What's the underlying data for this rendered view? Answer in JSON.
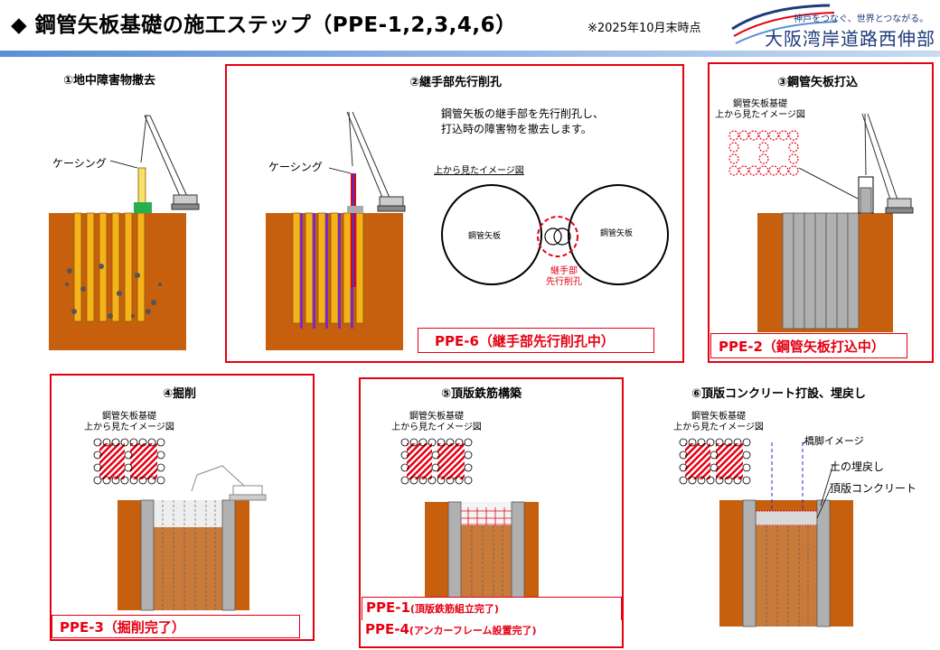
{
  "header": {
    "bullet": "◆",
    "title": "鋼管矢板基礎の施工ステップ（PPE-1,2,3,4,6）",
    "as_of": "※2025年10月末時点",
    "org_tagline": "神戸をつなぐ、世界とつながる。",
    "org_name": "大阪湾岸道路西伸部"
  },
  "steps": [
    {
      "id": "step1",
      "title": "①地中障害物撤去",
      "labels": {
        "casing": "ケーシング"
      }
    },
    {
      "id": "step2",
      "title": "②継手部先行削孔",
      "description_line1": "鋼管矢板の継手部を先行削孔し、",
      "description_line2": "打込時の障害物を撤去します。",
      "labels": {
        "casing": "ケーシング",
        "plan_view": "上から見たイメージ図",
        "pile_left": "鋼管矢板",
        "pile_right": "鋼管矢板",
        "joint_line1": "継手部",
        "joint_line2": "先行削孔"
      },
      "status": "PPE-6（継手部先行削孔中）"
    },
    {
      "id": "step3",
      "title": "③鋼管矢板打込",
      "labels": {
        "plan_line1": "鋼管矢板基礎",
        "plan_line2": "上から見たイメージ図"
      },
      "status": "PPE-2（鋼管矢板打込中）"
    },
    {
      "id": "step4",
      "title": "④掘削",
      "labels": {
        "plan_line1": "鋼管矢板基礎",
        "plan_line2": "上から見たイメージ図"
      },
      "status": "PPE-3（掘削完了）"
    },
    {
      "id": "step5",
      "title": "⑤頂版鉄筋構築",
      "labels": {
        "plan_line1": "鋼管矢板基礎",
        "plan_line2": "上から見たイメージ図"
      },
      "status1_main": "PPE-1",
      "status1_sub": "(頂版鉄筋組立完了)",
      "status2_main": "PPE-4",
      "status2_sub": "(アンカーフレーム設置完了)"
    },
    {
      "id": "step6",
      "title": "⑥頂版コンクリート打設、埋戻し",
      "labels": {
        "plan_line1": "鋼管矢板基礎",
        "plan_line2": "上から見たイメージ図",
        "pier": "橋脚イメージ",
        "backfill": "土の埋戻し",
        "slab": "頂版コンクリート"
      }
    }
  ],
  "colors": {
    "accent": "#e60012",
    "ground": "#c65f0e",
    "pile": "#f5b21a",
    "header_bar": "#5b8fd6",
    "steel": "#b0b0b0",
    "org": "#1d3a7a"
  }
}
